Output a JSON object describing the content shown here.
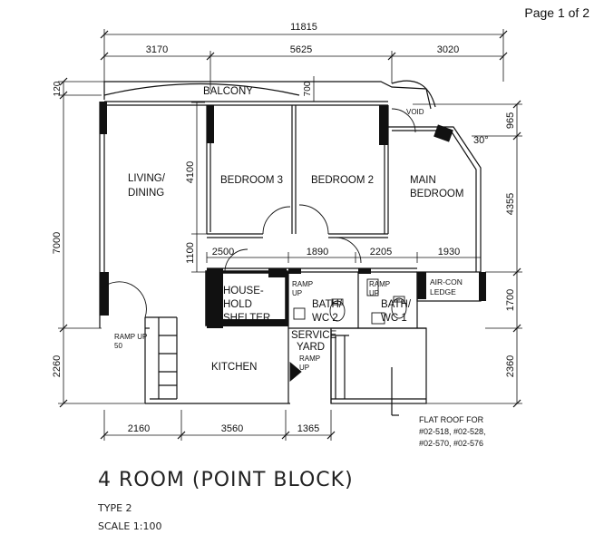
{
  "page_label": "Page 1 of 2",
  "dimensions": {
    "overall": "11815",
    "top": [
      "3170",
      "5625",
      "3020"
    ],
    "left_total": "7000",
    "left_120": "120",
    "left_2260": "2260",
    "bed_4100": "4100",
    "bed_1100": "1100",
    "balcony_700": "700",
    "right": [
      "965",
      "4355",
      "1700",
      "2360"
    ],
    "mid": [
      "2500",
      "1890",
      "2205",
      "1930"
    ],
    "bottom": [
      "2160",
      "3560",
      "1365"
    ],
    "angle": "30°"
  },
  "rooms": {
    "balcony": "BALCONY",
    "living_line1": "LIVING/",
    "living_line2": "DINING",
    "bedroom3": "BEDROOM 3",
    "bedroom2": "BEDROOM 2",
    "master_line1": "MAIN",
    "master_line2": "BEDROOM",
    "void": "VOID",
    "shelter_line1": "HOUSE-",
    "shelter_line2": "HOLD",
    "shelter_line3": "SHELTER",
    "bath2_line1": "BATH/",
    "bath2_line2": "WC 2",
    "bath1_line1": "BATH/",
    "bath1_line2": "WC 1",
    "aircon_line1": "AIR-CON",
    "aircon_line2": "LEDGE",
    "service_line1": "SERVICE",
    "service_line2": "YARD",
    "kitchen": "KITCHEN",
    "ramp": "RAMP",
    "up": "UP",
    "ramp_up": "RAMP UP",
    "ramp_50": "50"
  },
  "flat_roof": {
    "line1": "FLAT ROOF FOR",
    "line2": "#02-518, #02-528,",
    "line3": "#02-570, #02-576"
  },
  "title_block": {
    "title": "4 ROOM (POINT BLOCK)",
    "type": "TYPE 2",
    "scale": "SCALE 1:100"
  }
}
